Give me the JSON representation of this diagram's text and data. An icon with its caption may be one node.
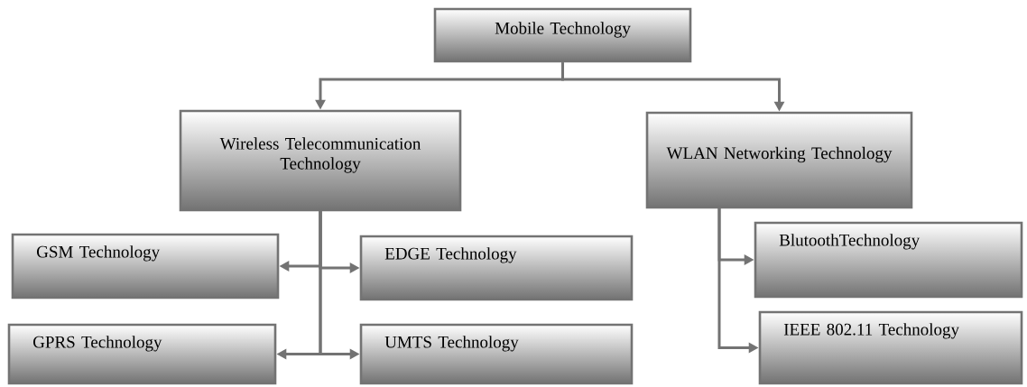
{
  "diagram": {
    "nodes": [
      {
        "text": [
          "Mobile Technology"
        ]
      },
      {
        "text": [
          "Wireless Telecommunication Technology"
        ]
      },
      {
        "text": [
          "WLAN Networking Technology"
        ]
      },
      {
        "text": [
          "GSM Technology"
        ]
      },
      {
        "text": [
          "EDGE Technology"
        ]
      },
      {
        "text": [
          "GPRS Technology"
        ]
      },
      {
        "text": [
          "UMTS Technology"
        ]
      },
      {
        "text": [
          "BlutoothTechnology"
        ]
      },
      {
        "text": [
          "IEEE 802.11 Technology"
        ]
      }
    ],
    "edges": [
      {
        "from": 0,
        "to": 1,
        "arrow": "to"
      },
      {
        "from": 0,
        "to": 2,
        "arrow": "to"
      },
      {
        "from": 1,
        "to": 3,
        "arrow": "to"
      },
      {
        "from": 1,
        "to": 4,
        "arrow": "to"
      },
      {
        "from": 1,
        "to": 5,
        "arrow": "to"
      },
      {
        "from": 1,
        "to": 6,
        "arrow": "to"
      },
      {
        "from": 2,
        "to": 7,
        "arrow": "to"
      },
      {
        "from": 2,
        "to": 8,
        "arrow": "to"
      }
    ]
  }
}
